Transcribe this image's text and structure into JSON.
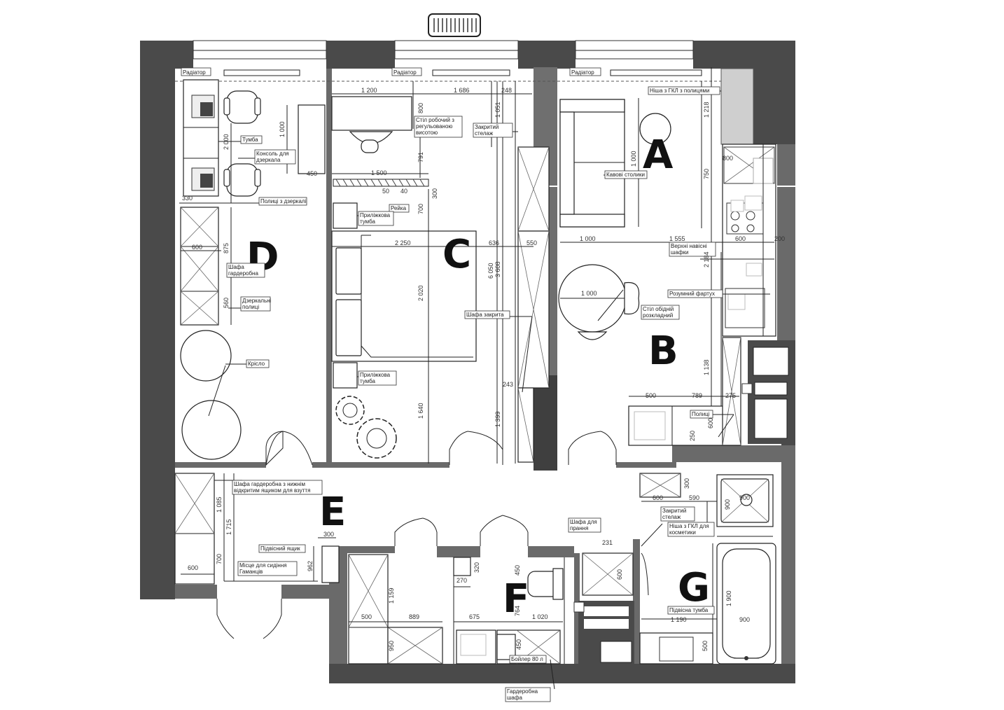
{
  "rooms": [
    "A",
    "B",
    "C",
    "D",
    "E",
    "F",
    "G"
  ],
  "labels": {
    "radiator": "Радіатор",
    "tumba": "Тумба",
    "console_mirror_1": "Консоль для",
    "console_mirror_2": "дзеркала",
    "shelves_mirror": "Полиці з дзеркалі",
    "desk_1": "Стіл робочий з",
    "desk_2": "регульованою",
    "desk_3": "висотою",
    "closed_rack_1": "Закритий",
    "closed_rack_2": "стелаж",
    "shelf": "Рейка",
    "bedside_1": "Приліжкова",
    "bedside_2": "тумба",
    "wardrobe_d_1": "Шафа",
    "wardrobe_d_2": "гардеробна",
    "mirror_shelves_1": "Дзеркальні",
    "mirror_shelves_2": "полиці",
    "armchair": "Крісло",
    "wardrobe_closed": "Шафа закрита",
    "bedside2_1": "Приліжкова",
    "bedside2_2": "тумба",
    "gkl_niche": "Ніша з ГКЛ з полицями",
    "coffee_tables": "Кавові столики",
    "upper_cabinets_1": "Верхні навісні",
    "upper_cabinets_2": "шафки",
    "smart_apron": "Розумний фартух",
    "dining_table_1": "Стіл обідній",
    "dining_table_2": "розкладний",
    "shelves_b": "Полиці",
    "hall_wardrobe_1": "Шафа гардеробна з нижнім",
    "hall_wardrobe_2": "відкритим ящиком для взуття",
    "hanging_box": "Підвісний ящик",
    "seat_1": "Місце для сидіння",
    "seat_2": "Гаманців",
    "washer_cabinet_1": "Шафа для",
    "washer_cabinet_2": "прання",
    "closed_rack_g_1": "Закритий",
    "closed_rack_g_2": "стелаж",
    "gkl_cosmetics_1": "Ніша з ГКЛ для",
    "gkl_cosmetics_2": "косметики",
    "hanging_cabinet": "Підвісна тумба",
    "boiler": "Бойлер 80 л",
    "wardrobe_bottom_1": "Гардеробна",
    "wardrobe_bottom_2": "шафа"
  },
  "dimensions": {
    "d_2000": "2 000",
    "d_1000": "1 000",
    "d_450": "450",
    "d_330": "330",
    "d_600": "600",
    "d_875": "875",
    "d_560": "560",
    "c_1200": "1 200",
    "c_1686": "1 686",
    "c_248": "248",
    "c_800": "800",
    "c_1051": "1 051",
    "c_791": "791",
    "c_1500": "1 500",
    "c_50": "50",
    "c_40": "40",
    "c_300": "300",
    "c_700": "700",
    "c_2250": "2 250",
    "c_636": "636",
    "c_550": "550",
    "c_6050": "6 050",
    "c_3608": "3 608",
    "c_2020": "2 020",
    "c_1640": "1 640",
    "c_1399": "1 399",
    "c_243": "243",
    "a_1000": "1 000",
    "a_1218": "1 218",
    "a_750": "750",
    "a_800": "800",
    "b_1000": "1 000",
    "b_1555": "1 555",
    "b_600": "600",
    "b_200": "200",
    "b_2184": "2 184",
    "b_1000t": "1 000",
    "b_1138": "1 138",
    "b_500": "500",
    "b_789": "789",
    "b_275": "275",
    "b_250": "250",
    "b_600b": "600",
    "e_1085": "1 085",
    "e_1715": "1 715",
    "e_700": "700",
    "e_300": "300",
    "e_962": "962",
    "e_600": "600",
    "f_1159": "1 159",
    "f_500": "500",
    "f_889": "889",
    "f_950": "950",
    "f_320": "320",
    "f_270": "270",
    "f_450": "450",
    "f_675": "675",
    "f_1020": "1 020",
    "f_764": "764",
    "f_450b": "450",
    "g_600": "600",
    "g_590": "590",
    "g_300": "300",
    "g_900": "900",
    "g_900b": "900",
    "g_231": "231",
    "g_600b": "600",
    "g_1190": "1 190",
    "g_1900": "1 900",
    "g_900c": "900",
    "g_500": "500"
  }
}
